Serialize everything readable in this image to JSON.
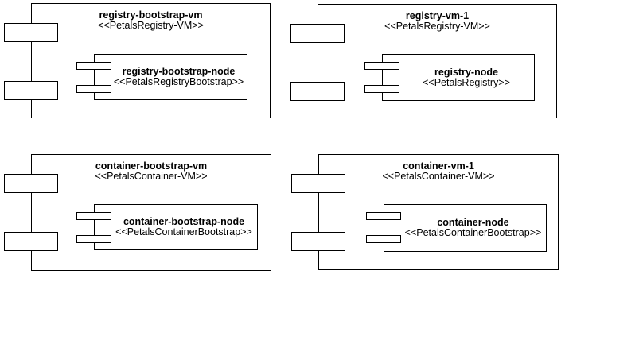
{
  "diagram": {
    "type": "uml-deployment-diagram",
    "background_color": "#ffffff",
    "line_color": "#000000",
    "text_color": "#000000"
  },
  "components": [
    {
      "name": "registry-bootstrap-vm",
      "stereotype": "<<PetalsRegistry-VM>>",
      "inner": {
        "name": "registry-bootstrap-node",
        "stereotype": "<<PetalsRegistryBootstrap>>"
      }
    },
    {
      "name": "registry-vm-1",
      "stereotype": "<<PetalsRegistry-VM>>",
      "inner": {
        "name": "registry-node",
        "stereotype": "<<PetalsRegistry>>"
      }
    },
    {
      "name": "container-bootstrap-vm",
      "stereotype": "<<PetalsContainer-VM>>",
      "inner": {
        "name": "container-bootstrap-node",
        "stereotype": "<<PetalsContainerBootstrap>>"
      }
    },
    {
      "name": "container-vm-1",
      "stereotype": "<<PetalsContainer-VM>>",
      "inner": {
        "name": "container-node",
        "stereotype": "<<PetalsContainerBootstrap>>"
      }
    }
  ]
}
